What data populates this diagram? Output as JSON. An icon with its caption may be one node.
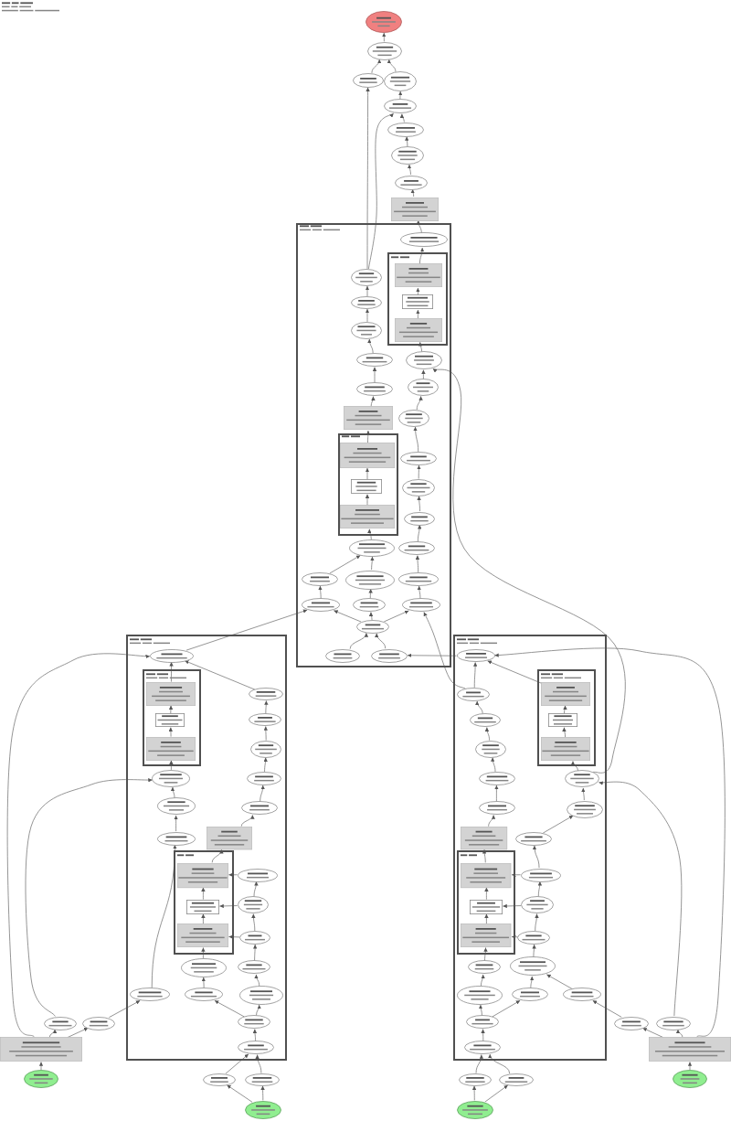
{
  "diagram": {
    "nodes": [
      {
        "text": [],
        "shape": "ellipse"
      },
      {
        "text": [],
        "shape": "ellipse"
      },
      {
        "text": [],
        "shape": "ellipse"
      },
      {
        "text": [],
        "shape": "ellipse"
      },
      {
        "text": [],
        "shape": "ellipse"
      },
      {
        "text": [],
        "shape": "ellipse"
      },
      {
        "text": [],
        "shape": "ellipse"
      },
      {
        "text": [],
        "shape": "ellipse"
      },
      {
        "text": [],
        "shape": "box"
      },
      {
        "text": [],
        "shape": "box"
      },
      {
        "text": [],
        "shape": "ellipse",
        "in": 9
      },
      {
        "text": [],
        "shape": "box",
        "in": 9
      },
      {
        "text": [],
        "shape": "box",
        "in": 11
      },
      {
        "text": [],
        "shape": "box",
        "in": 11
      },
      {
        "text": [],
        "shape": "box",
        "in": 11
      },
      {
        "text": [],
        "shape": "ellipse",
        "in": 9
      },
      {
        "text": [],
        "shape": "ellipse",
        "in": 9
      },
      {
        "text": [],
        "shape": "ellipse",
        "in": 9
      },
      {
        "text": [],
        "shape": "ellipse",
        "in": 9
      },
      {
        "text": [],
        "shape": "ellipse",
        "in": 9
      },
      {
        "text": [],
        "shape": "ellipse",
        "in": 9
      },
      {
        "text": [],
        "shape": "ellipse",
        "in": 9
      },
      {
        "text": [],
        "shape": "box",
        "in": 9
      },
      {
        "text": [],
        "shape": "ellipse",
        "in": 9
      },
      {
        "text": [],
        "shape": "box",
        "in": 9
      },
      {
        "text": [],
        "shape": "box",
        "in": 24
      },
      {
        "text": [],
        "shape": "box",
        "in": 24
      },
      {
        "text": [],
        "shape": "box",
        "in": 24
      },
      {
        "text": [],
        "shape": "ellipse",
        "in": 9
      },
      {
        "text": [],
        "shape": "ellipse",
        "in": 9
      },
      {
        "text": [],
        "shape": "ellipse",
        "in": 9
      },
      {
        "text": [],
        "shape": "ellipse",
        "in": 9
      },
      {
        "text": [],
        "shape": "ellipse",
        "in": 9
      },
      {
        "text": [],
        "shape": "ellipse",
        "in": 9
      },
      {
        "text": [],
        "shape": "ellipse",
        "in": 9
      },
      {
        "text": [],
        "shape": "ellipse",
        "in": 9
      },
      {
        "text": [],
        "shape": "ellipse",
        "in": 9
      },
      {
        "text": [],
        "shape": "ellipse",
        "in": 9
      },
      {
        "text": [],
        "shape": "ellipse",
        "in": 9
      },
      {
        "text": [],
        "shape": "ellipse",
        "in": 9
      },
      {
        "text": [],
        "shape": "ellipse",
        "in": 9
      },
      {
        "text": [],
        "shape": "ellipse",
        "in": 9
      },
      {
        "text": [],
        "shape": "box"
      },
      {
        "text": [],
        "shape": "ellipse",
        "in": 42
      },
      {
        "text": [],
        "shape": "box",
        "in": 42
      },
      {
        "text": [],
        "shape": "box",
        "in": 44
      },
      {
        "text": [],
        "shape": "box",
        "in": 44
      },
      {
        "text": [],
        "shape": "box",
        "in": 44
      },
      {
        "text": [],
        "shape": "ellipse",
        "in": 42
      },
      {
        "text": [],
        "shape": "ellipse",
        "in": 42
      },
      {
        "text": [],
        "shape": "ellipse",
        "in": 42
      },
      {
        "text": [],
        "shape": "ellipse",
        "in": 42
      },
      {
        "text": [],
        "shape": "ellipse",
        "in": 42
      },
      {
        "text": [],
        "shape": "ellipse",
        "in": 42
      },
      {
        "text": [],
        "shape": "ellipse",
        "in": 42
      },
      {
        "text": [],
        "shape": "ellipse",
        "in": 42
      },
      {
        "text": [],
        "shape": "box",
        "in": 42
      },
      {
        "text": [],
        "shape": "box",
        "in": 42
      },
      {
        "text": [],
        "shape": "box",
        "in": 57
      },
      {
        "text": [],
        "shape": "box",
        "in": 57
      },
      {
        "text": [],
        "shape": "box",
        "in": 57
      },
      {
        "text": [],
        "shape": "ellipse",
        "in": 42
      },
      {
        "text": [],
        "shape": "ellipse",
        "in": 42
      },
      {
        "text": [],
        "shape": "ellipse",
        "in": 42
      },
      {
        "text": [],
        "shape": "ellipse",
        "in": 42
      },
      {
        "text": [],
        "shape": "ellipse",
        "in": 42
      },
      {
        "text": [],
        "shape": "ellipse",
        "in": 42
      },
      {
        "text": [],
        "shape": "ellipse",
        "in": 42
      },
      {
        "text": [],
        "shape": "ellipse",
        "in": 42
      },
      {
        "text": [],
        "shape": "ellipse",
        "in": 42
      },
      {
        "text": [],
        "shape": "ellipse",
        "in": 42
      },
      {
        "text": [],
        "shape": "ellipse"
      },
      {
        "text": [],
        "shape": "ellipse"
      },
      {
        "text": [],
        "shape": "box"
      },
      {
        "text": [],
        "shape": "ellipse"
      },
      {
        "text": [],
        "shape": "ellipse"
      },
      {
        "text": [],
        "shape": "ellipse"
      },
      {
        "text": [],
        "shape": "ellipse"
      },
      {
        "text": [],
        "shape": "box"
      },
      {
        "text": [],
        "shape": "ellipse",
        "in": 78
      },
      {
        "text": [],
        "shape": "box",
        "in": 78
      },
      {
        "text": [],
        "shape": "box",
        "in": 80
      },
      {
        "text": [],
        "shape": "box",
        "in": 80
      },
      {
        "text": [],
        "shape": "box",
        "in": 80
      },
      {
        "text": [],
        "shape": "ellipse",
        "in": 78
      },
      {
        "text": [],
        "shape": "ellipse",
        "in": 78
      },
      {
        "text": [],
        "shape": "ellipse",
        "in": 78
      },
      {
        "text": [],
        "shape": "ellipse",
        "in": 78
      },
      {
        "text": [],
        "shape": "ellipse",
        "in": 78
      },
      {
        "text": [],
        "shape": "ellipse",
        "in": 78
      },
      {
        "text": [],
        "shape": "ellipse",
        "in": 78
      },
      {
        "text": [],
        "shape": "box",
        "in": 78
      },
      {
        "text": [],
        "shape": "ellipse",
        "in": 78
      },
      {
        "text": [],
        "shape": "box",
        "in": 78
      },
      {
        "text": [],
        "shape": "box",
        "in": 93
      },
      {
        "text": [],
        "shape": "box",
        "in": 93
      },
      {
        "text": [],
        "shape": "box",
        "in": 93
      },
      {
        "text": [],
        "shape": "ellipse",
        "in": 78
      },
      {
        "text": [],
        "shape": "ellipse",
        "in": 78
      },
      {
        "text": [],
        "shape": "ellipse",
        "in": 78
      },
      {
        "text": [],
        "shape": "ellipse",
        "in": 78
      },
      {
        "text": [],
        "shape": "ellipse",
        "in": 78
      },
      {
        "text": [],
        "shape": "ellipse",
        "in": 78
      },
      {
        "text": [],
        "shape": "ellipse",
        "in": 78
      },
      {
        "text": [],
        "shape": "ellipse",
        "in": 78
      },
      {
        "text": [],
        "shape": "ellipse",
        "in": 78
      },
      {
        "text": [],
        "shape": "ellipse",
        "in": 78
      },
      {
        "text": [],
        "shape": "ellipse"
      },
      {
        "text": [],
        "shape": "ellipse"
      },
      {
        "text": [],
        "shape": "box"
      },
      {
        "text": [],
        "shape": "ellipse"
      },
      {
        "text": [],
        "shape": "ellipse"
      },
      {
        "text": [],
        "shape": "ellipse"
      },
      {
        "text": [],
        "shape": "ellipse"
      }
    ],
    "edges": [
      {
        "from": 1,
        "to": 0,
        "arrow": "to"
      },
      {
        "from": 2,
        "to": 1,
        "arrow": "to"
      },
      {
        "from": 3,
        "to": 1,
        "arrow": "to"
      },
      {
        "from": 4,
        "to": 3,
        "arrow": "to"
      },
      {
        "from": 5,
        "to": 4,
        "arrow": "to"
      },
      {
        "from": 6,
        "to": 5,
        "arrow": "to"
      },
      {
        "from": 7,
        "to": 6,
        "arrow": "to"
      },
      {
        "from": 8,
        "to": 7,
        "arrow": "to"
      },
      {
        "from": 10,
        "to": 8,
        "arrow": "to"
      },
      {
        "from": 15,
        "to": 2,
        "arrow": "to"
      },
      {
        "from": 15,
        "to": 4,
        "arrow": "to"
      },
      {
        "from": 12,
        "to": 10,
        "arrow": "to"
      },
      {
        "from": 13,
        "to": 12,
        "arrow": "to"
      },
      {
        "from": 14,
        "to": 13,
        "arrow": "to"
      },
      {
        "from": 19,
        "to": 14,
        "arrow": "to"
      },
      {
        "from": 16,
        "to": 15,
        "arrow": "to"
      },
      {
        "from": 17,
        "to": 16,
        "arrow": "to"
      },
      {
        "from": 18,
        "to": 17,
        "arrow": "to"
      },
      {
        "from": 20,
        "to": 18,
        "arrow": "to"
      },
      {
        "from": 22,
        "to": 20,
        "arrow": "to"
      },
      {
        "from": 21,
        "to": 19,
        "arrow": "to"
      },
      {
        "from": 23,
        "to": 21,
        "arrow": "to"
      },
      {
        "from": 25,
        "to": 22,
        "arrow": "to"
      },
      {
        "from": 26,
        "to": 25,
        "arrow": "to"
      },
      {
        "from": 27,
        "to": 26,
        "arrow": "to"
      },
      {
        "from": 31,
        "to": 27,
        "arrow": "to"
      },
      {
        "from": 28,
        "to": 23,
        "arrow": "to"
      },
      {
        "from": 29,
        "to": 28,
        "arrow": "to"
      },
      {
        "from": 30,
        "to": 29,
        "arrow": "to"
      },
      {
        "from": 32,
        "to": 30,
        "arrow": "to"
      },
      {
        "from": 35,
        "to": 32,
        "arrow": "to"
      },
      {
        "from": 38,
        "to": 35,
        "arrow": "to"
      },
      {
        "from": 34,
        "to": 31,
        "arrow": "to"
      },
      {
        "from": 33,
        "to": 31,
        "arrow": "to"
      },
      {
        "from": 36,
        "to": 33,
        "arrow": "to"
      },
      {
        "from": 37,
        "to": 34,
        "arrow": "to"
      },
      {
        "from": 39,
        "to": 37,
        "arrow": "to"
      },
      {
        "from": 39,
        "to": 36,
        "arrow": "to"
      },
      {
        "from": 39,
        "to": 38,
        "arrow": "to"
      },
      {
        "from": 40,
        "to": 39,
        "arrow": "to"
      },
      {
        "from": 41,
        "to": 39,
        "arrow": "to"
      },
      {
        "from": 43,
        "to": 36,
        "arrow": "to"
      },
      {
        "from": 79,
        "to": 41,
        "arrow": "to"
      },
      {
        "from": 84,
        "to": 38,
        "arrow": "to"
      },
      {
        "from": 88,
        "to": 19,
        "arrow": "to"
      },
      {
        "from": 45,
        "to": 43,
        "arrow": "to"
      },
      {
        "from": 46,
        "to": 45,
        "arrow": "to"
      },
      {
        "from": 47,
        "to": 46,
        "arrow": "to"
      },
      {
        "from": 52,
        "to": 47,
        "arrow": "to"
      },
      {
        "from": 53,
        "to": 52,
        "arrow": "to"
      },
      {
        "from": 55,
        "to": 53,
        "arrow": "to"
      },
      {
        "from": 66,
        "to": 55,
        "arrow": "to"
      },
      {
        "from": 48,
        "to": 43,
        "arrow": "to"
      },
      {
        "from": 49,
        "to": 48,
        "arrow": "to"
      },
      {
        "from": 50,
        "to": 49,
        "arrow": "to"
      },
      {
        "from": 51,
        "to": 50,
        "arrow": "to"
      },
      {
        "from": 54,
        "to": 51,
        "arrow": "to"
      },
      {
        "from": 56,
        "to": 54,
        "arrow": "to"
      },
      {
        "from": 58,
        "to": 56,
        "arrow": "to"
      },
      {
        "from": 59,
        "to": 58,
        "arrow": "to"
      },
      {
        "from": 60,
        "to": 59,
        "arrow": "to"
      },
      {
        "from": 61,
        "to": 58,
        "arrow": "to"
      },
      {
        "from": 62,
        "to": 59,
        "arrow": "to"
      },
      {
        "from": 63,
        "to": 60,
        "arrow": "to"
      },
      {
        "from": 64,
        "to": 63,
        "arrow": "to"
      },
      {
        "from": 63,
        "to": 62,
        "arrow": "to"
      },
      {
        "from": 62,
        "to": 61,
        "arrow": "to"
      },
      {
        "from": 65,
        "to": 60,
        "arrow": "to"
      },
      {
        "from": 67,
        "to": 65,
        "arrow": "to"
      },
      {
        "from": 68,
        "to": 64,
        "arrow": "to"
      },
      {
        "from": 69,
        "to": 68,
        "arrow": "to"
      },
      {
        "from": 69,
        "to": 67,
        "arrow": "to"
      },
      {
        "from": 70,
        "to": 69,
        "arrow": "to"
      },
      {
        "from": 75,
        "to": 70,
        "arrow": "to"
      },
      {
        "from": 76,
        "to": 70,
        "arrow": "to"
      },
      {
        "from": 77,
        "to": 75,
        "arrow": "to"
      },
      {
        "from": 77,
        "to": 76,
        "arrow": "to"
      },
      {
        "from": 72,
        "to": 66,
        "arrow": "to"
      },
      {
        "from": 73,
        "to": 71,
        "arrow": "to"
      },
      {
        "from": 73,
        "to": 72,
        "arrow": "to"
      },
      {
        "from": 74,
        "to": 73,
        "arrow": "to"
      },
      {
        "from": 71,
        "to": 52,
        "arrow": "to"
      },
      {
        "from": 73,
        "to": 43,
        "arrow": "to"
      },
      {
        "from": 81,
        "to": 79,
        "arrow": "to"
      },
      {
        "from": 82,
        "to": 81,
        "arrow": "to"
      },
      {
        "from": 83,
        "to": 82,
        "arrow": "to"
      },
      {
        "from": 88,
        "to": 83,
        "arrow": "to"
      },
      {
        "from": 90,
        "to": 88,
        "arrow": "to"
      },
      {
        "from": 84,
        "to": 79,
        "arrow": "to"
      },
      {
        "from": 85,
        "to": 84,
        "arrow": "to"
      },
      {
        "from": 86,
        "to": 85,
        "arrow": "to"
      },
      {
        "from": 87,
        "to": 86,
        "arrow": "to"
      },
      {
        "from": 89,
        "to": 87,
        "arrow": "to"
      },
      {
        "from": 91,
        "to": 89,
        "arrow": "to"
      },
      {
        "from": 94,
        "to": 91,
        "arrow": "to"
      },
      {
        "from": 95,
        "to": 94,
        "arrow": "to"
      },
      {
        "from": 96,
        "to": 95,
        "arrow": "to"
      },
      {
        "from": 97,
        "to": 94,
        "arrow": "to"
      },
      {
        "from": 98,
        "to": 95,
        "arrow": "to"
      },
      {
        "from": 99,
        "to": 96,
        "arrow": "to"
      },
      {
        "from": 99,
        "to": 98,
        "arrow": "to"
      },
      {
        "from": 98,
        "to": 97,
        "arrow": "to"
      },
      {
        "from": 97,
        "to": 92,
        "arrow": "to"
      },
      {
        "from": 92,
        "to": 90,
        "arrow": "to"
      },
      {
        "from": 100,
        "to": 96,
        "arrow": "to"
      },
      {
        "from": 101,
        "to": 99,
        "arrow": "to"
      },
      {
        "from": 102,
        "to": 100,
        "arrow": "to"
      },
      {
        "from": 103,
        "to": 101,
        "arrow": "to"
      },
      {
        "from": 104,
        "to": 101,
        "arrow": "to"
      },
      {
        "from": 105,
        "to": 102,
        "arrow": "to"
      },
      {
        "from": 105,
        "to": 103,
        "arrow": "to"
      },
      {
        "from": 106,
        "to": 105,
        "arrow": "to"
      },
      {
        "from": 111,
        "to": 106,
        "arrow": "to"
      },
      {
        "from": 112,
        "to": 106,
        "arrow": "to"
      },
      {
        "from": 113,
        "to": 111,
        "arrow": "to"
      },
      {
        "from": 113,
        "to": 112,
        "arrow": "to"
      },
      {
        "from": 109,
        "to": 107,
        "arrow": "to"
      },
      {
        "from": 109,
        "to": 108,
        "arrow": "to"
      },
      {
        "from": 110,
        "to": 109,
        "arrow": "to"
      },
      {
        "from": 107,
        "to": 104,
        "arrow": "to"
      },
      {
        "from": 108,
        "to": 88,
        "arrow": "to"
      },
      {
        "from": 109,
        "to": 79,
        "arrow": "to"
      }
    ]
  }
}
